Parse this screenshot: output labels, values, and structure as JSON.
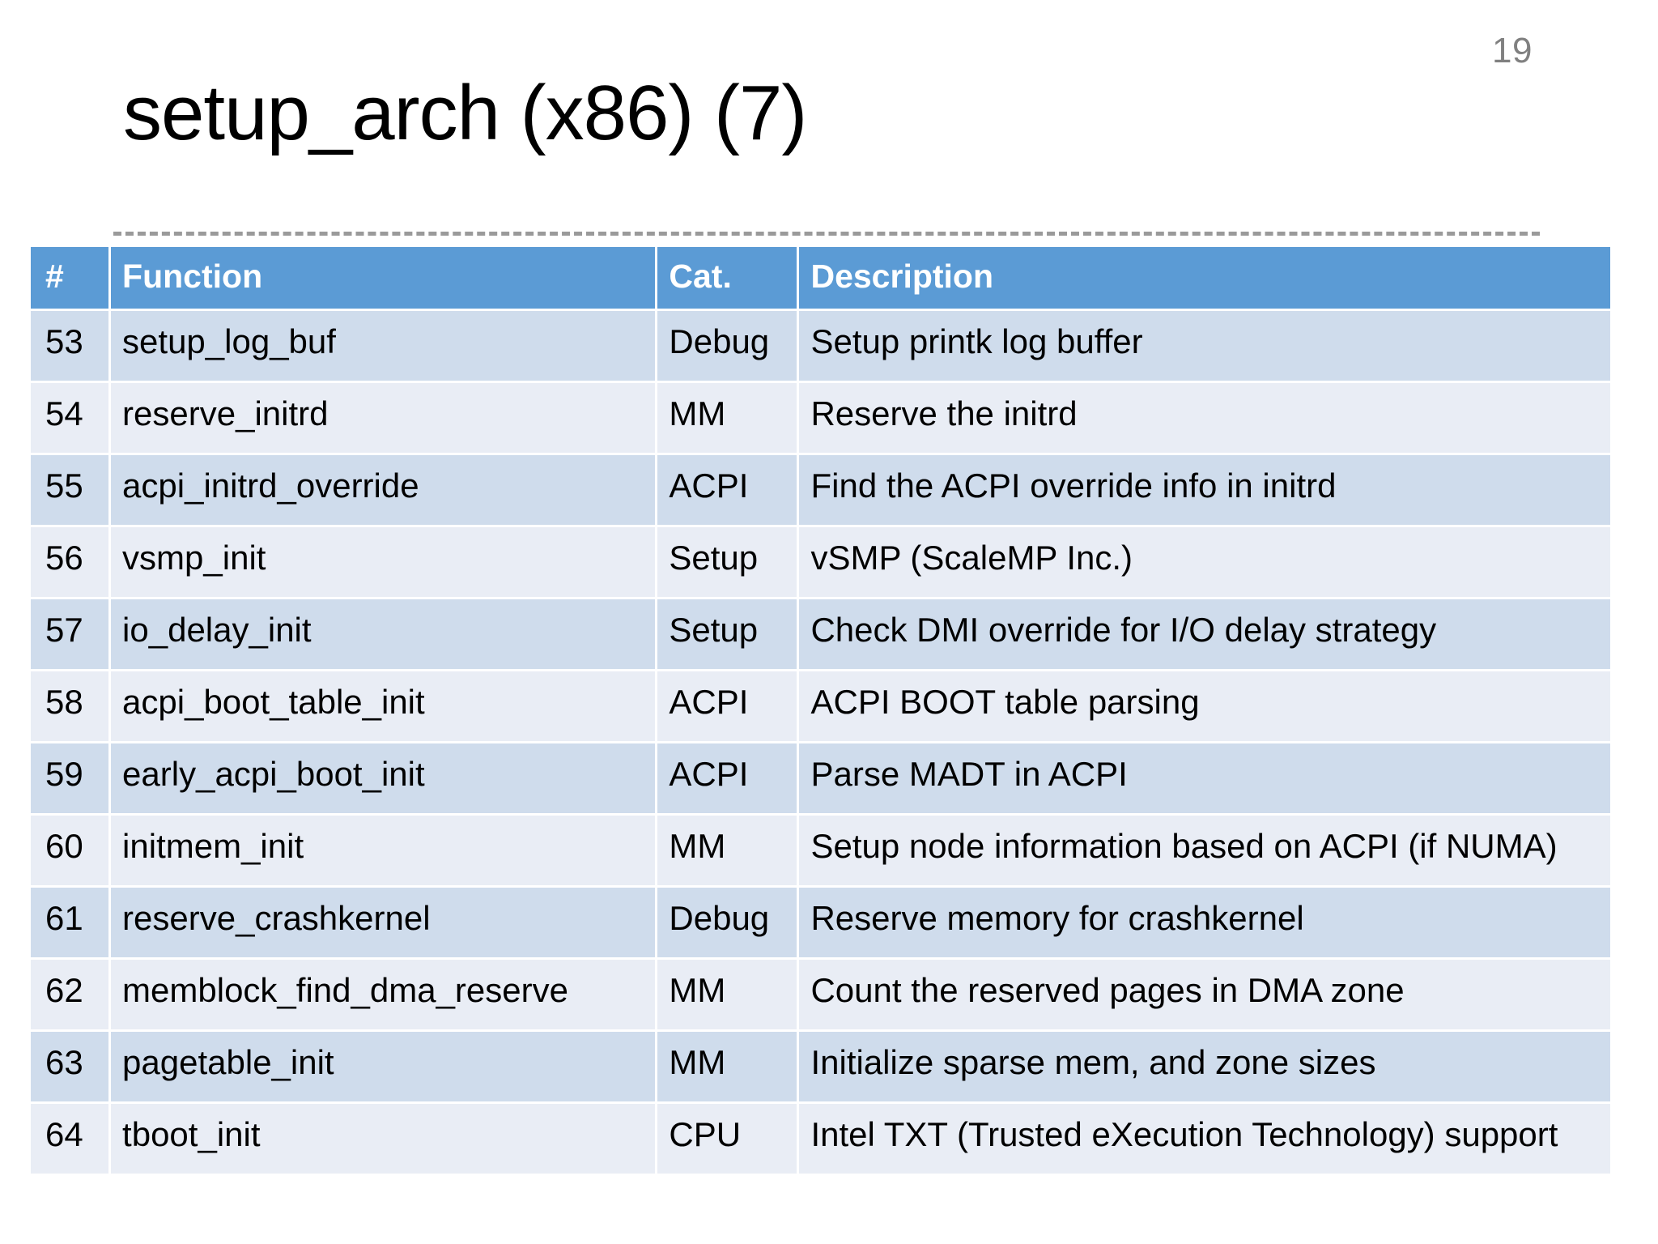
{
  "slide": {
    "page_number": "19",
    "title": "setup_arch (x86) (7)"
  },
  "theme": {
    "header_blue": "#5B9BD5",
    "band_dark": "#CFDCEC",
    "band_light": "#E9EDF5",
    "rule_color": "#9A9A9A",
    "page_number_color": "#808080"
  },
  "table": {
    "columns": [
      {
        "key": "num",
        "label": "#"
      },
      {
        "key": "fn",
        "label": "Function"
      },
      {
        "key": "cat",
        "label": "Cat."
      },
      {
        "key": "desc",
        "label": "Description"
      }
    ],
    "rows": [
      {
        "num": "53",
        "fn": "setup_log_buf",
        "cat": "Debug",
        "desc": "Setup printk log buffer"
      },
      {
        "num": "54",
        "fn": "reserve_initrd",
        "cat": "MM",
        "desc": "Reserve the initrd"
      },
      {
        "num": "55",
        "fn": "acpi_initrd_override",
        "cat": "ACPI",
        "desc": "Find the ACPI override info in initrd"
      },
      {
        "num": "56",
        "fn": "vsmp_init",
        "cat": "Setup",
        "desc": "vSMP (ScaleMP Inc.)"
      },
      {
        "num": "57",
        "fn": "io_delay_init",
        "cat": "Setup",
        "desc": "Check DMI override for I/O delay strategy"
      },
      {
        "num": "58",
        "fn": "acpi_boot_table_init",
        "cat": "ACPI",
        "desc": "ACPI BOOT table parsing"
      },
      {
        "num": "59",
        "fn": "early_acpi_boot_init",
        "cat": "ACPI",
        "desc": "Parse MADT in ACPI"
      },
      {
        "num": "60",
        "fn": "initmem_init",
        "cat": "MM",
        "desc": "Setup node information based on ACPI (if NUMA)"
      },
      {
        "num": "61",
        "fn": "reserve_crashkernel",
        "cat": "Debug",
        "desc": "Reserve memory for crashkernel"
      },
      {
        "num": "62",
        "fn": "memblock_find_dma_reserve",
        "cat": "MM",
        "desc": "Count the reserved pages in DMA zone"
      },
      {
        "num": "63",
        "fn": "pagetable_init",
        "cat": "MM",
        "desc": "Initialize sparse mem, and zone sizes"
      },
      {
        "num": "64",
        "fn": "tboot_init",
        "cat": "CPU",
        "desc": "Intel TXT (Trusted eXecution Technology) support"
      }
    ]
  }
}
